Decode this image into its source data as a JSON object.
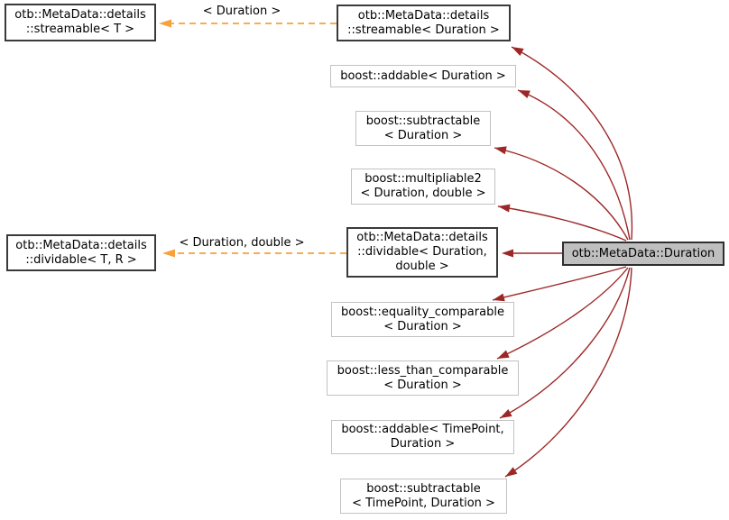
{
  "nodes": {
    "streamable_t": {
      "label": "otb::MetaData::details\n::streamable< T >"
    },
    "streamable_duration": {
      "label": "otb::MetaData::details\n::streamable< Duration >"
    },
    "addable_duration": {
      "label": "boost::addable< Duration >"
    },
    "subtractable_duration": {
      "label": "boost::subtractable\n< Duration >"
    },
    "multipliable2": {
      "label": "boost::multipliable2\n< Duration, double >"
    },
    "dividable_t_r": {
      "label": "otb::MetaData::details\n::dividable< T, R >"
    },
    "dividable_duration_double": {
      "label": "otb::MetaData::details\n::dividable< Duration,\ndouble >"
    },
    "equality_comparable": {
      "label": "boost::equality_comparable\n< Duration >"
    },
    "less_than_comparable": {
      "label": "boost::less_than_comparable\n< Duration >"
    },
    "addable_timepoint": {
      "label": "boost::addable< TimePoint,\nDuration >"
    },
    "subtractable_timepoint": {
      "label": "boost::subtractable\n< TimePoint, Duration >"
    },
    "duration_main": {
      "label": "otb::MetaData::Duration"
    }
  },
  "edge_labels": {
    "streamable_instance": "< Duration >",
    "dividable_instance": "< Duration, double >"
  },
  "colors": {
    "inheritance_arrow": "#9d2727",
    "template_instance_arrow": "#f7a13d",
    "main_node_fill": "#bfbfbf",
    "documented_node_border": "#3a3a3a",
    "external_node_border": "#c2c2c2",
    "background": "#ffffff",
    "text": "#000000"
  }
}
